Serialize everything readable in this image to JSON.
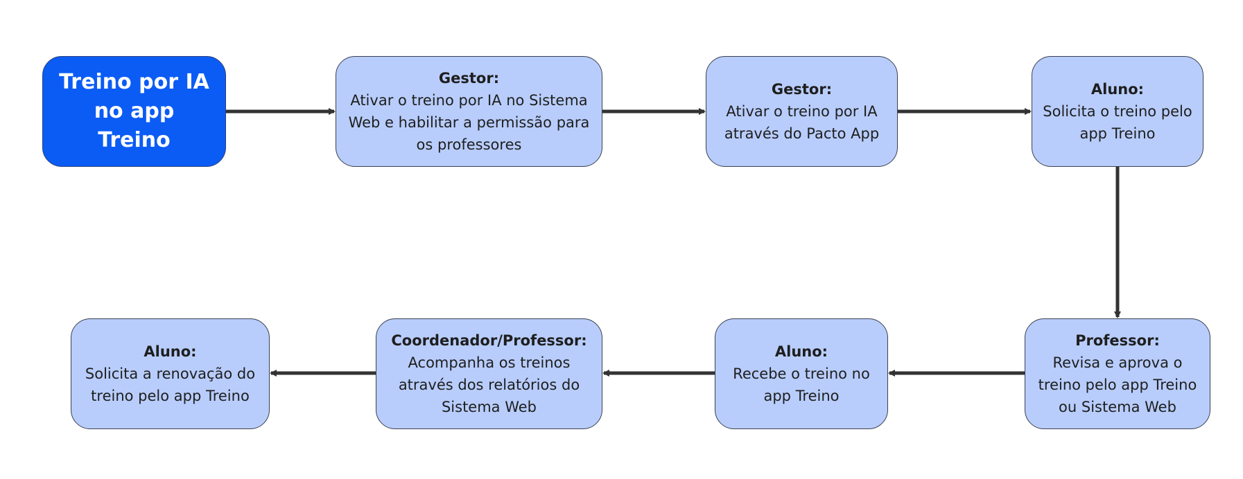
{
  "start": {
    "label": "Treino por IA no app Treino"
  },
  "steps": [
    {
      "role": "Gestor:",
      "text": "Ativar o treino por IA no Sistema Web e habilitar a permissão para os professores"
    },
    {
      "role": "Gestor:",
      "text": "Ativar o treino por IA através do Pacto App"
    },
    {
      "role": "Aluno:",
      "text": "Solicita o treino pelo app Treino"
    },
    {
      "role": "Professor:",
      "text": "Revisa e aprova o treino pelo app Treino ou Sistema Web"
    },
    {
      "role": "Aluno:",
      "text": "Recebe o treino no app Treino"
    },
    {
      "role": "Coordenador/Professor:",
      "text": "Acompanha os treinos através dos relatórios do Sistema Web"
    },
    {
      "role": "Aluno:",
      "text": "Solicita a renovação do treino pelo app Treino"
    }
  ],
  "colors": {
    "start_fill": "#0b5cf5",
    "step_fill": "#b8cdfc",
    "arrow": "#333333"
  }
}
